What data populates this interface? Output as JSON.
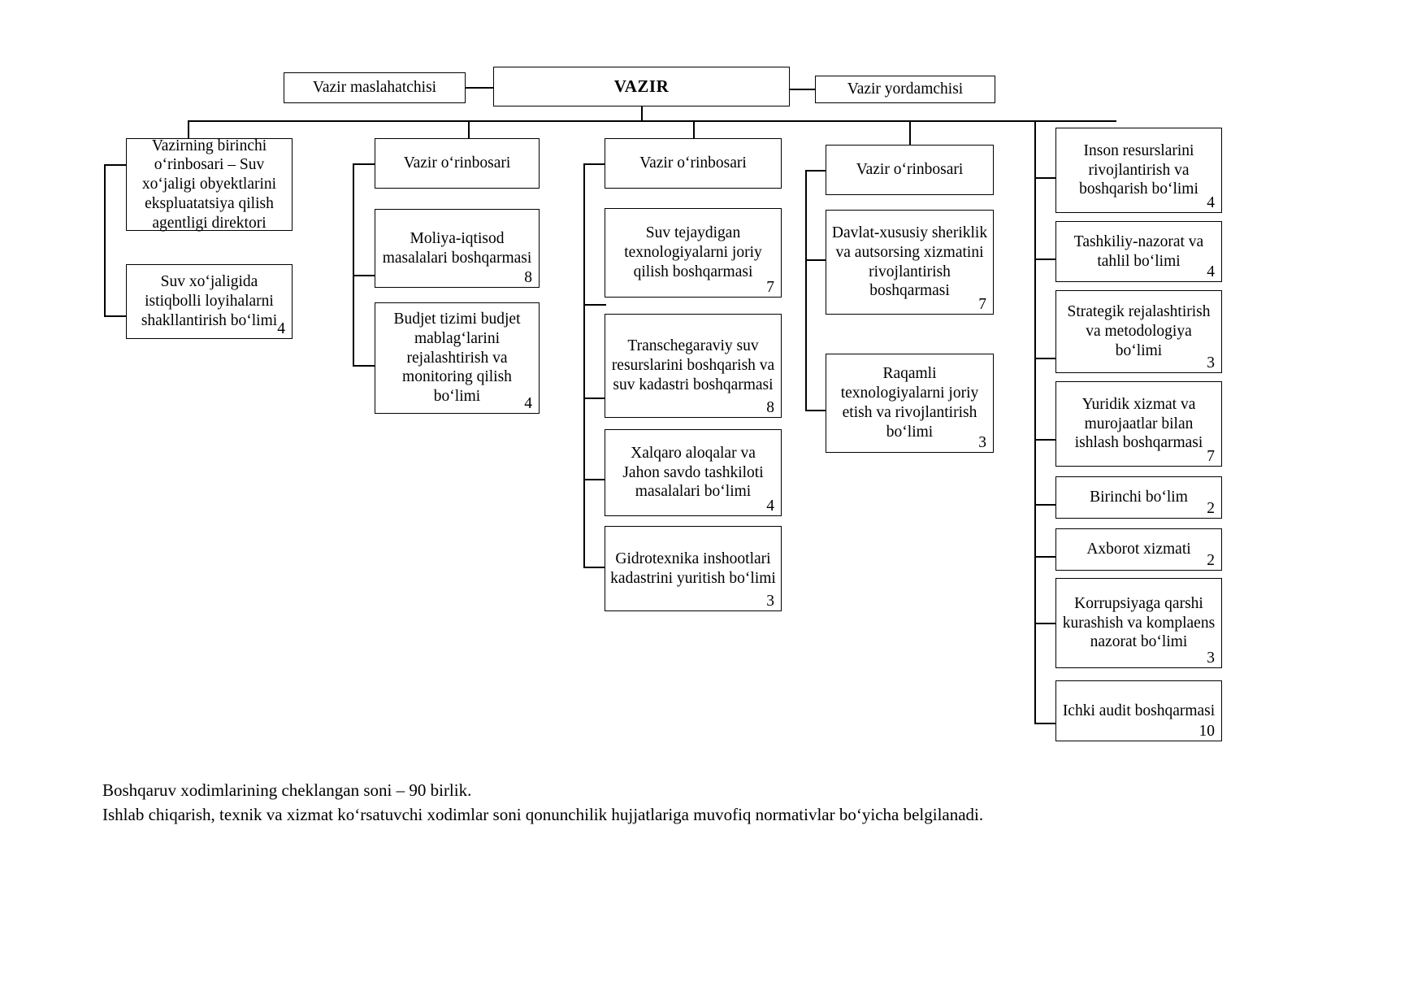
{
  "chart": {
    "title_box": {
      "label": "VAZIR"
    },
    "advisor_left": {
      "label": "Vazir maslahatchisi"
    },
    "advisor_right": {
      "label": "Vazir yordamchisi"
    },
    "columns": [
      {
        "id": "column-1",
        "head": {
          "label": "Vazirning birinchi o‘rinbosari – Suv xo‘jaligi obyektlarini ekspluatatsiya qilish agentligi direktori",
          "count": ""
        },
        "items": [
          {
            "label": "Suv xo‘jaligida istiqbolli loyihalarni shakllantirish bo‘limi",
            "count": "4"
          }
        ]
      },
      {
        "id": "column-2",
        "head": {
          "label": "Vazir o‘rinbosari",
          "count": ""
        },
        "items": [
          {
            "label": "Moliya-iqtisod masalalari boshqarmasi",
            "count": "8"
          },
          {
            "label": "Budjet tizimi budjet mablag‘larini rejalashtirish va monitoring qilish bo‘limi",
            "count": "4"
          }
        ]
      },
      {
        "id": "column-3",
        "head": {
          "label": "Vazir o‘rinbosari",
          "count": ""
        },
        "items": [
          {
            "label": "Suv tejaydigan texnologiyalarni joriy qilish boshqarmasi",
            "count": "7"
          },
          {
            "label": "Transchegaraviy suv resurslarini boshqarish va suv kadastri boshqarmasi",
            "count": "8"
          },
          {
            "label": "Xalqaro aloqalar va Jahon savdo tashkiloti masalalari bo‘limi",
            "count": "4"
          },
          {
            "label": "Gidrotexnika inshootlari kadastrini yuritish bo‘limi",
            "count": "3"
          }
        ]
      },
      {
        "id": "column-4",
        "head": {
          "label": "Vazir o‘rinbosari",
          "count": ""
        },
        "items": [
          {
            "label": "Davlat-xususiy sheriklik va autsorsing xizmatini rivojlantirish boshqarmasi",
            "count": "7"
          },
          {
            "label": "Raqamli texnologiyalarni joriy etish va rivojlantirish bo‘limi",
            "count": "3"
          }
        ]
      },
      {
        "id": "column-5",
        "head": null,
        "items": [
          {
            "label": "Inson resurslarini rivojlantirish va boshqarish bo‘limi",
            "count": "4"
          },
          {
            "label": "Tashkiliy-nazorat va tahlil bo‘limi",
            "count": "4"
          },
          {
            "label": "Strategik rejalashtirish va metodologiya bo‘limi",
            "count": "3"
          },
          {
            "label": "Yuridik xizmat va murojaatlar bilan ishlash boshqarmasi",
            "count": "7"
          },
          {
            "label": "Birinchi bo‘lim",
            "count": "2"
          },
          {
            "label": "Axborot xizmati",
            "count": "2"
          },
          {
            "label": "Korrupsiyaga qarshi kurashish va komplaens nazorat bo‘limi",
            "count": "3"
          },
          {
            "label": "Ichki audit boshqarmasi",
            "count": "10"
          }
        ]
      }
    ],
    "footnotes": [
      "Boshqaruv xodimlarining cheklangan soni – 90 birlik.",
      "Ishlab chiqarish, texnik va xizmat ko‘rsatuvchi xodimlar soni qonunchilik hujjatlariga muvofiq normativlar bo‘yicha belgilanadi."
    ]
  }
}
